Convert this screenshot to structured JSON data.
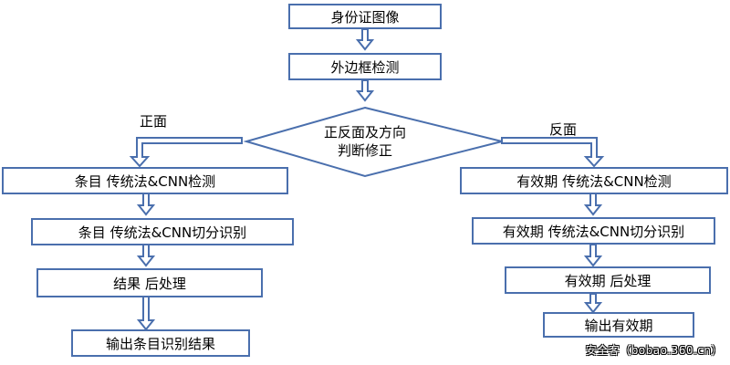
{
  "diagram": {
    "top": {
      "id_image": "身份证图像",
      "border_detect": "外边框检测"
    },
    "decision": {
      "line1": "正反面及方向",
      "line2": "判断修正"
    },
    "branch_labels": {
      "front": "正面",
      "back": "反面"
    },
    "left_flow": [
      "条目 传统法&CNN检测",
      "条目 传统法&CNN切分识别",
      "结果 后处理",
      "输出条目识别结果"
    ],
    "right_flow": [
      "有效期  传统法&CNN检测",
      "有效期 传统法&CNN切分识别",
      "有效期 后处理",
      "输出有效期"
    ],
    "watermark": "安全客（bobao.360.cn）"
  },
  "colors": {
    "box_border": "#4a6fad",
    "arrow_stroke": "#4a6fad"
  }
}
